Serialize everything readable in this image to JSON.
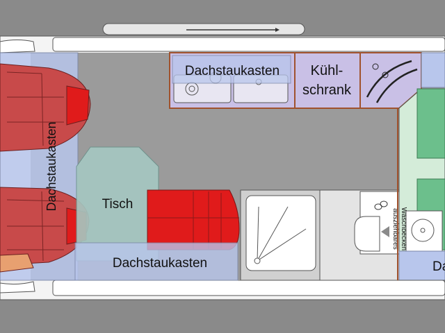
{
  "labels": {
    "roof_storage_top": "Dachstaukasten",
    "roof_storage_left": "Dachstaukasten",
    "roof_storage_bottom": "Dachstaukasten",
    "roof_storage_right_partial": "Da",
    "fridge_line1": "Kühl-",
    "fridge_line2": "schrank",
    "table": "Tisch",
    "basin_line1": "ausziehbares",
    "basin_line2": "Waschbecken"
  },
  "colors": {
    "background": "#8a8a8a",
    "floor": "#9b9b9b",
    "body_shell": "#ffffff",
    "cabinet": "#c9c0e6",
    "cabinet_border": "#a0522d",
    "storage_overlay": "#b8c6ec",
    "seat_red": "#c84a4a",
    "cushion_red": "#e01b1b",
    "table": "#a6c8c2",
    "bed_green": "#6cbf8c",
    "bed_light": "#d4ecd9",
    "shower_floor": "#ffffff",
    "wash_area": "#e4e4e4"
  },
  "icons": [
    "sink-icon",
    "stove-icon",
    "shower-tray-icon",
    "toilet-icon",
    "wash-basin-icon",
    "tap-icon",
    "direction-arrow-icon"
  ]
}
